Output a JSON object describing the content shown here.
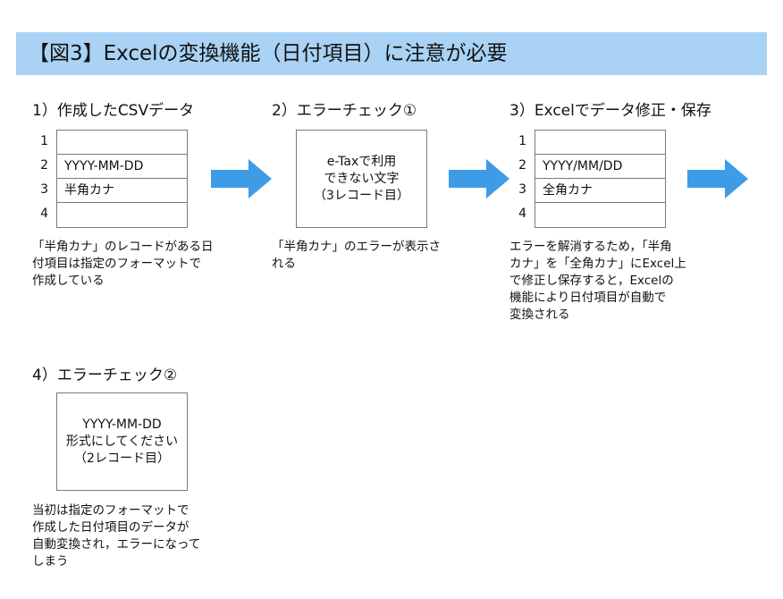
{
  "title": "【図3】Excelの変換機能（日付項目）に注意が必要",
  "colors": {
    "banner": "#a9d2f4",
    "arrow": "#3e9be6",
    "border": "#7a7a7a"
  },
  "steps": [
    {
      "title": "1）作成したCSVデータ",
      "row_numbers": [
        "1",
        "2",
        "3",
        "4"
      ],
      "rows": [
        "",
        "YYYY-MM-DD",
        "半角カナ",
        ""
      ],
      "caption": [
        "「半角カナ」のレコードがある日",
        "付項目は指定のフォーマットで",
        "作成している"
      ]
    },
    {
      "title": "2）エラーチェック①",
      "box": [
        "e-Taxで利用",
        "できない文字",
        "（3レコード目）"
      ],
      "caption": [
        "「半角カナ」のエラーが表示さ",
        "れる"
      ]
    },
    {
      "title": "3）Excelでデータ修正・保存",
      "row_numbers": [
        "1",
        "2",
        "3",
        "4"
      ],
      "rows": [
        "",
        "YYYY/MM/DD",
        "全角カナ",
        ""
      ],
      "caption": [
        "エラーを解消するため，「半角",
        "カナ」を「全角カナ」にExcel上",
        "で修正し保存すると，Excelの",
        "機能により日付項目が自動で",
        "変換される"
      ]
    },
    {
      "title": "4）エラーチェック②",
      "box": [
        "YYYY-MM-DD",
        "形式にしてください",
        "（2レコード目）"
      ],
      "caption": [
        "当初は指定のフォーマットで",
        "作成した日付項目のデータが",
        "自動変換され，エラーになって",
        "しまう"
      ]
    }
  ]
}
